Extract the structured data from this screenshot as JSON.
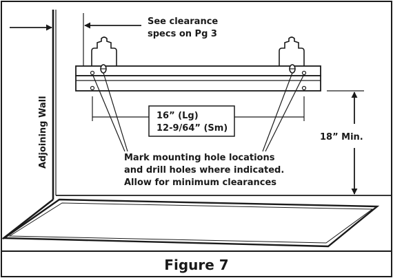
{
  "figure": {
    "caption": "Figure 7",
    "wall_label": "Adjoining Wall",
    "clearance_line1": "See clearance",
    "clearance_line2": "specs on Pg 3",
    "dimension_lg": "16” (Lg)",
    "dimension_sm": "12-9/64” (Sm)",
    "min_height": "18” Min.",
    "instruction_line1": "Mark mounting hole locations",
    "instruction_line2": "and drill holes where indicated.",
    "instruction_line3": "Allow for minimum clearances"
  }
}
